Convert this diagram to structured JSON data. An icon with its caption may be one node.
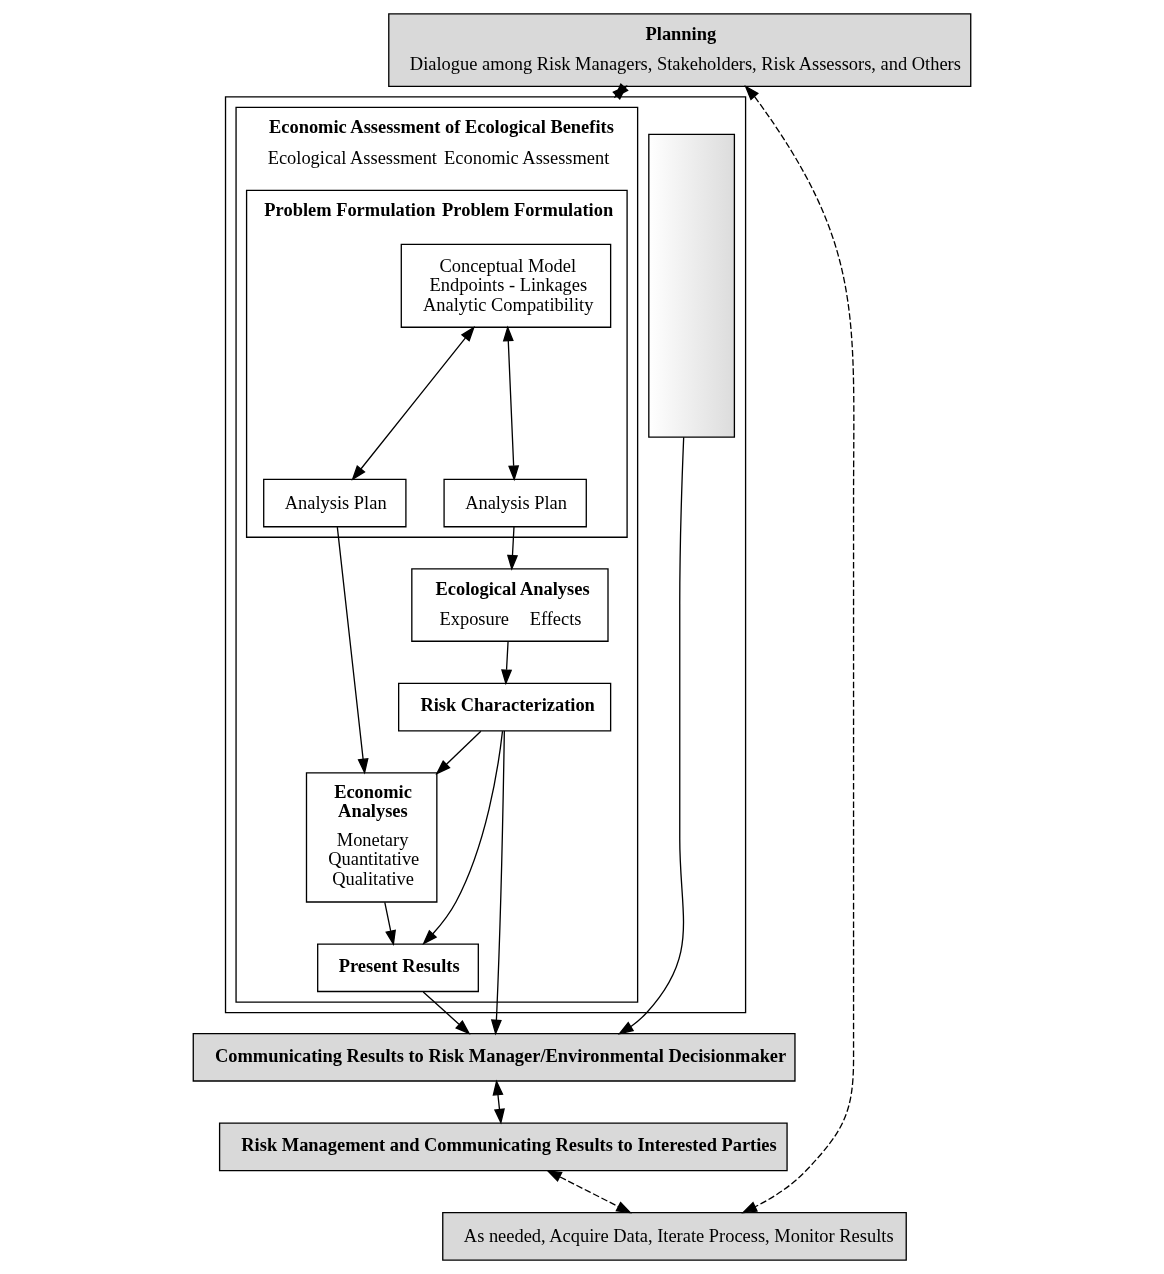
{
  "diagram": {
    "nodes": [
      {
        "text": [
          "Planning",
          "Dialogue among Risk Managers, Stakeholders, Risk Assessors, and Others"
        ]
      },
      {
        "text": [],
        "shape": "box"
      },
      {
        "text": [
          "Economic Assessment of Ecological Benefits",
          "Ecological Assessment",
          "Economic Assessment"
        ],
        "in": 1
      },
      {
        "text": [
          "Problem Formulation",
          "Problem Formulation"
        ],
        "in": 2
      },
      {
        "text": [
          "Conceptual Model Endpoints - Linkages Analytic Compatibility"
        ],
        "in": 3
      },
      {
        "text": [
          "Analysis Plan"
        ],
        "in": 3
      },
      {
        "text": [
          "Analysis Plan"
        ],
        "in": 3
      },
      {
        "text": [
          "Ecological Analyses",
          "Exposure",
          "Effects"
        ],
        "in": 2
      },
      {
        "text": [
          "Economic Analyses",
          "Monetary Quantitative Qualitative"
        ],
        "in": 2
      },
      {
        "text": [
          "Risk Characterization"
        ],
        "in": 2
      },
      {
        "text": [
          "Present Results"
        ],
        "in": 2
      },
      {
        "text": [],
        "shape": "box",
        "in": 1
      },
      {
        "text": [
          "As needed, Acquire Data, Iterate Process, Monitor Results"
        ]
      },
      {
        "text": [
          "Communicating Results to Risk Manager/Environmental Decisionmaker"
        ]
      },
      {
        "text": [
          "Risk Management and Communicating Results to Interested Parties"
        ]
      }
    ],
    "edges": [
      {
        "from": 0,
        "to": 1,
        "arrow": "both"
      },
      {
        "from": 0,
        "to": 12,
        "arrow": "both",
        "style": "dashed"
      },
      {
        "from": 4,
        "to": 5,
        "arrow": "both"
      },
      {
        "from": 4,
        "to": 6,
        "arrow": "both"
      },
      {
        "from": 5,
        "to": 7,
        "arrow": "to"
      },
      {
        "from": 6,
        "to": 8,
        "arrow": "to"
      },
      {
        "from": 7,
        "to": 9,
        "arrow": "to"
      },
      {
        "from": 9,
        "to": 8,
        "arrow": "to"
      },
      {
        "from": 9,
        "to": 10,
        "arrow": "to"
      },
      {
        "from": 8,
        "to": 10,
        "arrow": "to"
      },
      {
        "from": 9,
        "to": 13,
        "arrow": "to"
      },
      {
        "from": 10,
        "to": 13,
        "arrow": "to"
      },
      {
        "from": 11,
        "to": 13,
        "arrow": "to"
      },
      {
        "from": 13,
        "to": 14,
        "arrow": "both"
      },
      {
        "from": 14,
        "to": 12,
        "arrow": "both",
        "style": "dashed"
      }
    ]
  }
}
